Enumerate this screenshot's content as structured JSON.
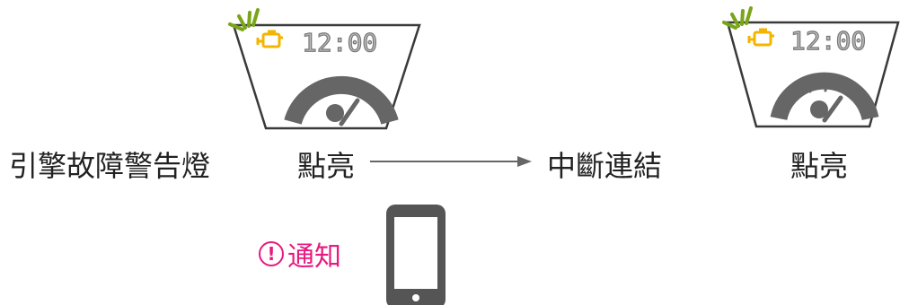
{
  "labels": {
    "engine_warning_light": "引擎故障警告燈",
    "lit_1": "點亮",
    "disconnect": "中斷連結",
    "lit_2": "點亮",
    "notify": "通知",
    "notify_mark": "!"
  },
  "dashboard": {
    "clock": "12:00"
  },
  "colors": {
    "outline": "#3a3a3a",
    "warning_icon": "#f4b400",
    "glow": "#7aa51a",
    "gauge": "#666666",
    "notice": "#e8197f",
    "arrow": "#666666"
  },
  "icons": {
    "warning": "check-engine-icon",
    "speedometer": "speedometer-icon",
    "phone": "smartphone-icon",
    "arrow": "right-arrow"
  }
}
